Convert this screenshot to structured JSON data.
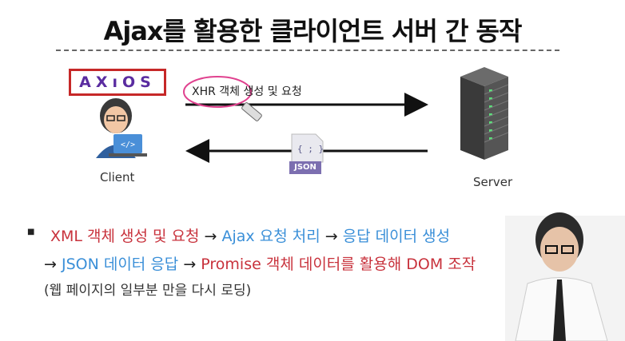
{
  "title": "Ajax를 활용한 클라이언트 서버 간 동작",
  "diagram": {
    "logo_text": "AXıOS",
    "client_label": "Client",
    "server_label": "Server",
    "request_label": "XHR 객체 생성 및 요청",
    "response_tag": "JSON",
    "response_icon": "{ ; }"
  },
  "bullets": {
    "line1": [
      {
        "text": "XML 객체 생성 및 요청",
        "color": "red"
      },
      {
        "text": " → ",
        "color": "dark"
      },
      {
        "text": "Ajax 요청 처리",
        "color": "blue"
      },
      {
        "text": " → ",
        "color": "dark"
      },
      {
        "text": "응답 데이터 생성",
        "color": "blue"
      }
    ],
    "line2": [
      {
        "text": "→ ",
        "color": "dark"
      },
      {
        "text": "JSON 데이터 응답",
        "color": "blue"
      },
      {
        "text": " → ",
        "color": "dark"
      },
      {
        "text": "Promise 객체 데이터를 활용해 DOM 조작",
        "color": "red"
      }
    ],
    "line3": "(웹 페이지의 일부분 만을 다시 로딩)"
  },
  "colors": {
    "red": "#c8323c",
    "blue": "#3a8fd8",
    "dark": "#222222"
  }
}
